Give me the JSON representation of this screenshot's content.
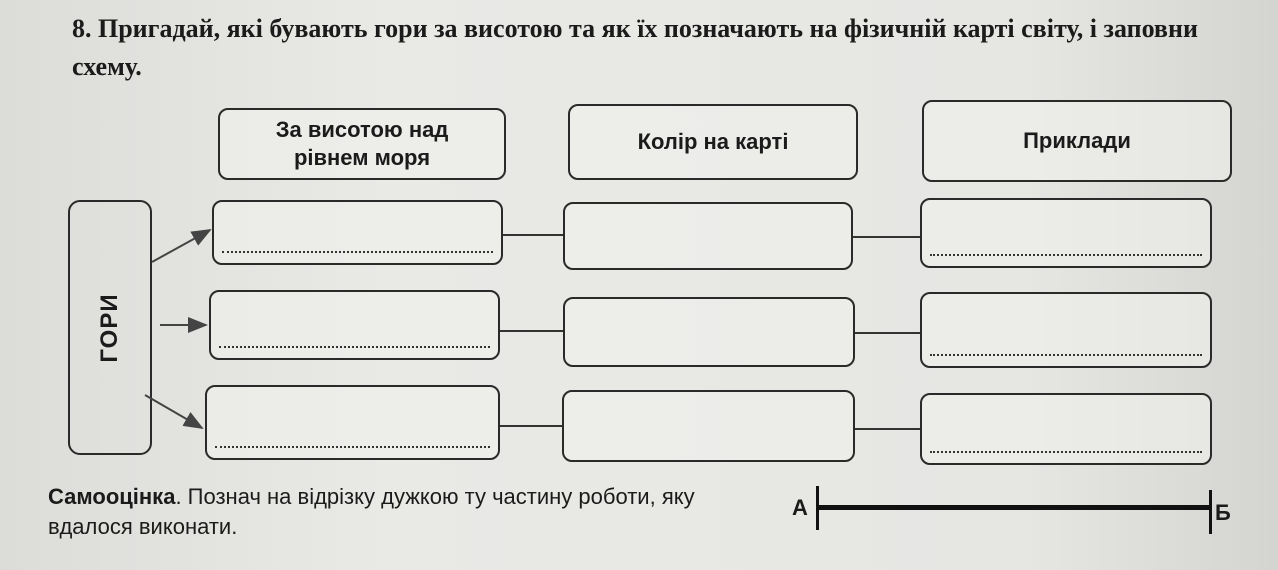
{
  "task": {
    "number": "8.",
    "text": "Пригадай, які бувають гори за висотою та як їх позначають на фізичній карті світу, і заповни схему."
  },
  "scheme": {
    "root": "ГОРИ",
    "headers": [
      "За висотою над рівнем моря",
      "Колір на карті",
      "Приклади"
    ],
    "rows": 3
  },
  "self_assessment": {
    "label": "Самооцінка",
    "text": ". Познач на  відрізку дужкою ту частину роботи, яку вдалося виконати.",
    "start": "А",
    "end": "Б"
  }
}
